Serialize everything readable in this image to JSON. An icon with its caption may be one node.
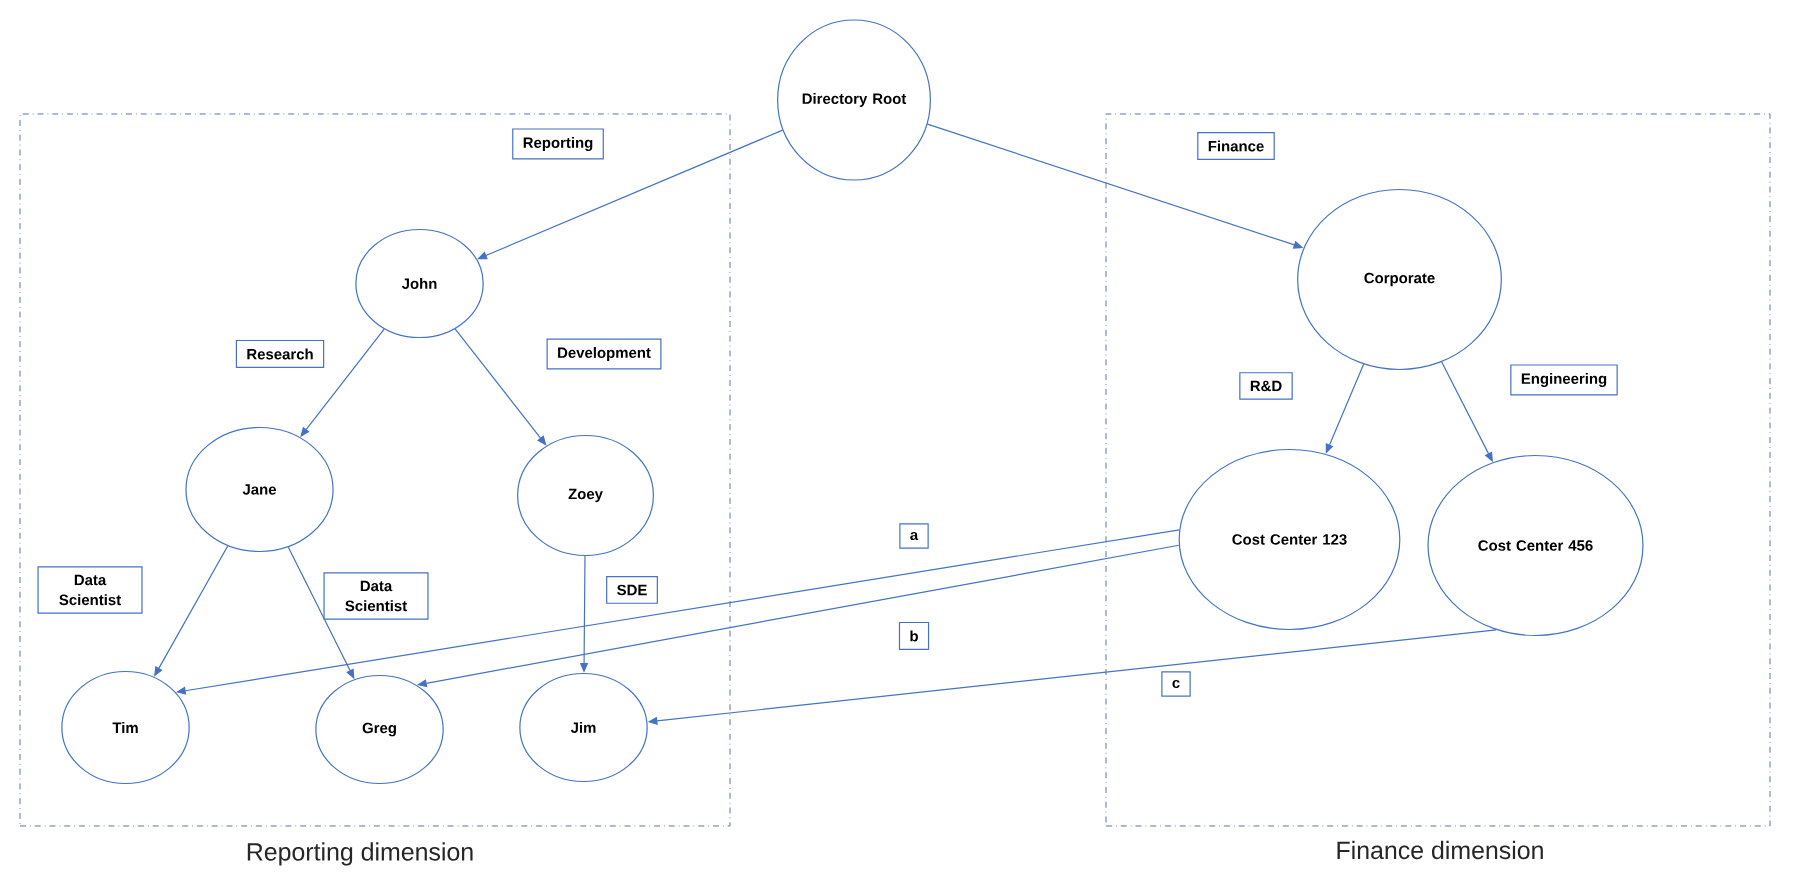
{
  "diagram": {
    "nodes": [
      {
        "text": [
          "Directory Root"
        ]
      },
      {
        "text": [
          "Reporting dimension"
        ]
      },
      {
        "text": [
          "John"
        ],
        "in": 1
      },
      {
        "text": [
          "Jane"
        ],
        "in": 1
      },
      {
        "text": [
          "Zoey"
        ],
        "in": 1
      },
      {
        "text": [
          "Tim"
        ],
        "in": 1
      },
      {
        "text": [
          "Greg"
        ],
        "in": 1
      },
      {
        "text": [
          "Jim"
        ],
        "in": 1
      },
      {
        "text": [
          "Finance dimension"
        ]
      },
      {
        "text": [
          "Corporate"
        ],
        "in": 8
      },
      {
        "text": [
          "Cost Center 123"
        ],
        "in": 8
      },
      {
        "text": [
          "Cost Center 456"
        ],
        "in": 8
      }
    ],
    "edges": [
      {
        "from": 0,
        "to": 2,
        "arrow": "to",
        "label": "Reporting"
      },
      {
        "from": 0,
        "to": 9,
        "arrow": "to",
        "label": "Finance"
      },
      {
        "from": 2,
        "to": 3,
        "arrow": "to",
        "label": "Research"
      },
      {
        "from": 2,
        "to": 4,
        "arrow": "to",
        "label": "Development"
      },
      {
        "from": 3,
        "to": 5,
        "arrow": "to",
        "label": "Data Scientist"
      },
      {
        "from": 3,
        "to": 6,
        "arrow": "to",
        "label": "Data Scientist"
      },
      {
        "from": 4,
        "to": 7,
        "arrow": "to",
        "label": "SDE"
      },
      {
        "from": 9,
        "to": 10,
        "arrow": "to",
        "label": "R&D"
      },
      {
        "from": 9,
        "to": 11,
        "arrow": "to",
        "label": "Engineering"
      },
      {
        "from": 10,
        "to": 5,
        "arrow": "to",
        "label": "a"
      },
      {
        "from": 10,
        "to": 6,
        "arrow": "to",
        "label": "b"
      },
      {
        "from": 11,
        "to": 7,
        "arrow": "to",
        "label": "c"
      }
    ]
  }
}
